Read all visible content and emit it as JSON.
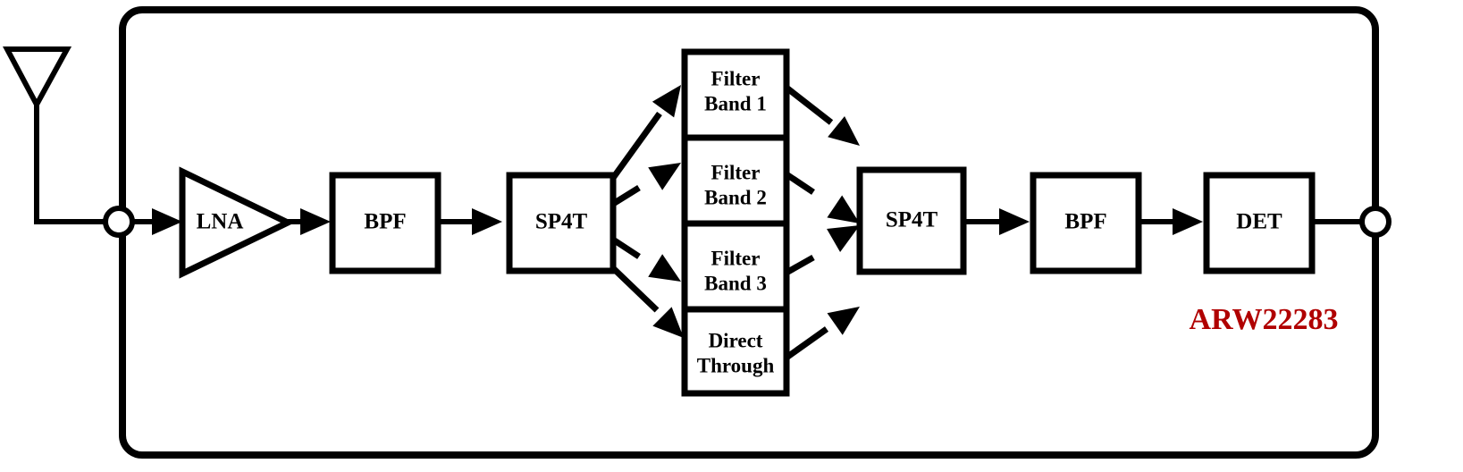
{
  "diagram": {
    "title": "RF receiver front-end block diagram",
    "identifier": {
      "text": "ARW22283",
      "color": "#b00000"
    },
    "enclosure": {
      "name": "receiver-module-boundary",
      "stroke_color": "#000000"
    },
    "antenna": {
      "label": "antenna"
    },
    "ports": [
      {
        "name": "input-port",
        "label": ""
      },
      {
        "name": "output-port",
        "label": ""
      }
    ],
    "blocks": [
      {
        "id": "lna",
        "label": "LNA",
        "shape": "triangle"
      },
      {
        "id": "bpf1",
        "label": "BPF",
        "shape": "rect"
      },
      {
        "id": "sp4t1",
        "label": "SP4T",
        "shape": "rect"
      },
      {
        "id": "sp4t2",
        "label": "SP4T",
        "shape": "rect"
      },
      {
        "id": "bpf2",
        "label": "BPF",
        "shape": "rect"
      },
      {
        "id": "det",
        "label": "DET",
        "shape": "rect"
      }
    ],
    "filter_bank": {
      "name": "filter-bank",
      "cells": [
        {
          "id": "band1",
          "line1": "Filter",
          "line2": "Band 1"
        },
        {
          "id": "band2",
          "line1": "Filter",
          "line2": "Band 2"
        },
        {
          "id": "band3",
          "line1": "Filter",
          "line2": "Band 3"
        },
        {
          "id": "direct",
          "line1": "Direct",
          "line2": "Through"
        }
      ]
    },
    "signal_path": [
      "antenna",
      "input-port",
      "lna",
      "bpf1",
      "sp4t1",
      "filter-bank",
      "sp4t2",
      "bpf2",
      "det",
      "output-port"
    ]
  }
}
